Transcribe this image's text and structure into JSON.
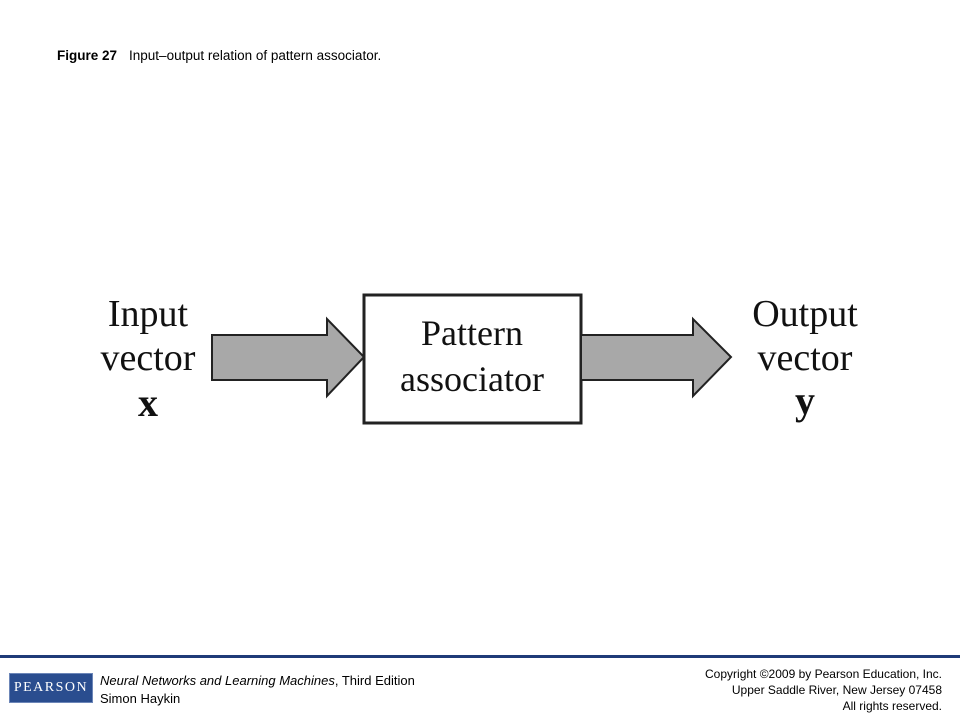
{
  "caption": {
    "figure_number": "Figure 27",
    "text": "Input–output relation of pattern associator."
  },
  "diagram": {
    "input_label": [
      "Input",
      "vector",
      "x"
    ],
    "block_label": [
      "Pattern",
      "associator"
    ],
    "output_label": [
      "Output",
      "vector",
      "y"
    ]
  },
  "footer": {
    "logo_text": "PEARSON",
    "book_title": "Neural Networks and Learning Machines",
    "edition": ", Third Edition",
    "author": "Simon Haykin",
    "copyright_lines": [
      "Copyright ©2009 by Pearson Education, Inc.",
      "Upper Saddle River, New Jersey 07458",
      "All rights reserved."
    ]
  },
  "colors": {
    "arrow_fill": "#a8a8a8",
    "footer_rule": "#1f3b78",
    "logo_bg": "#2a4d8f"
  }
}
